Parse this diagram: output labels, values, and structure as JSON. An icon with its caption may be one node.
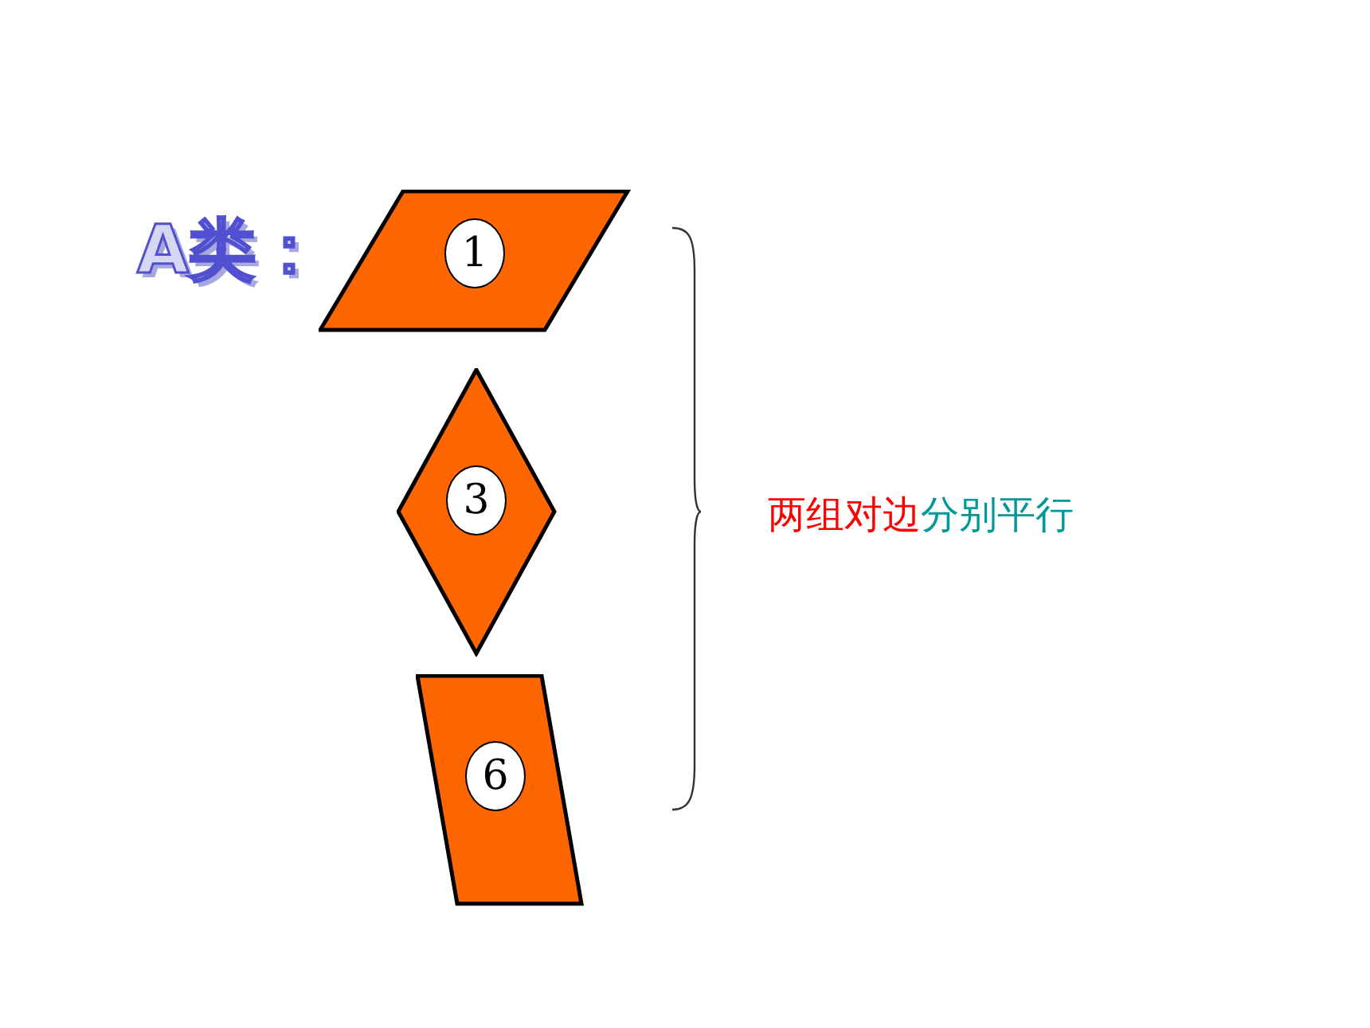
{
  "diagram": {
    "nodes": [
      {
        "text": [
          "1"
        ]
      },
      {
        "text": [
          "3"
        ]
      },
      {
        "text": [
          "6"
        ]
      }
    ],
    "labels": [
      "A类：",
      "两组对边",
      "分别平行"
    ]
  }
}
